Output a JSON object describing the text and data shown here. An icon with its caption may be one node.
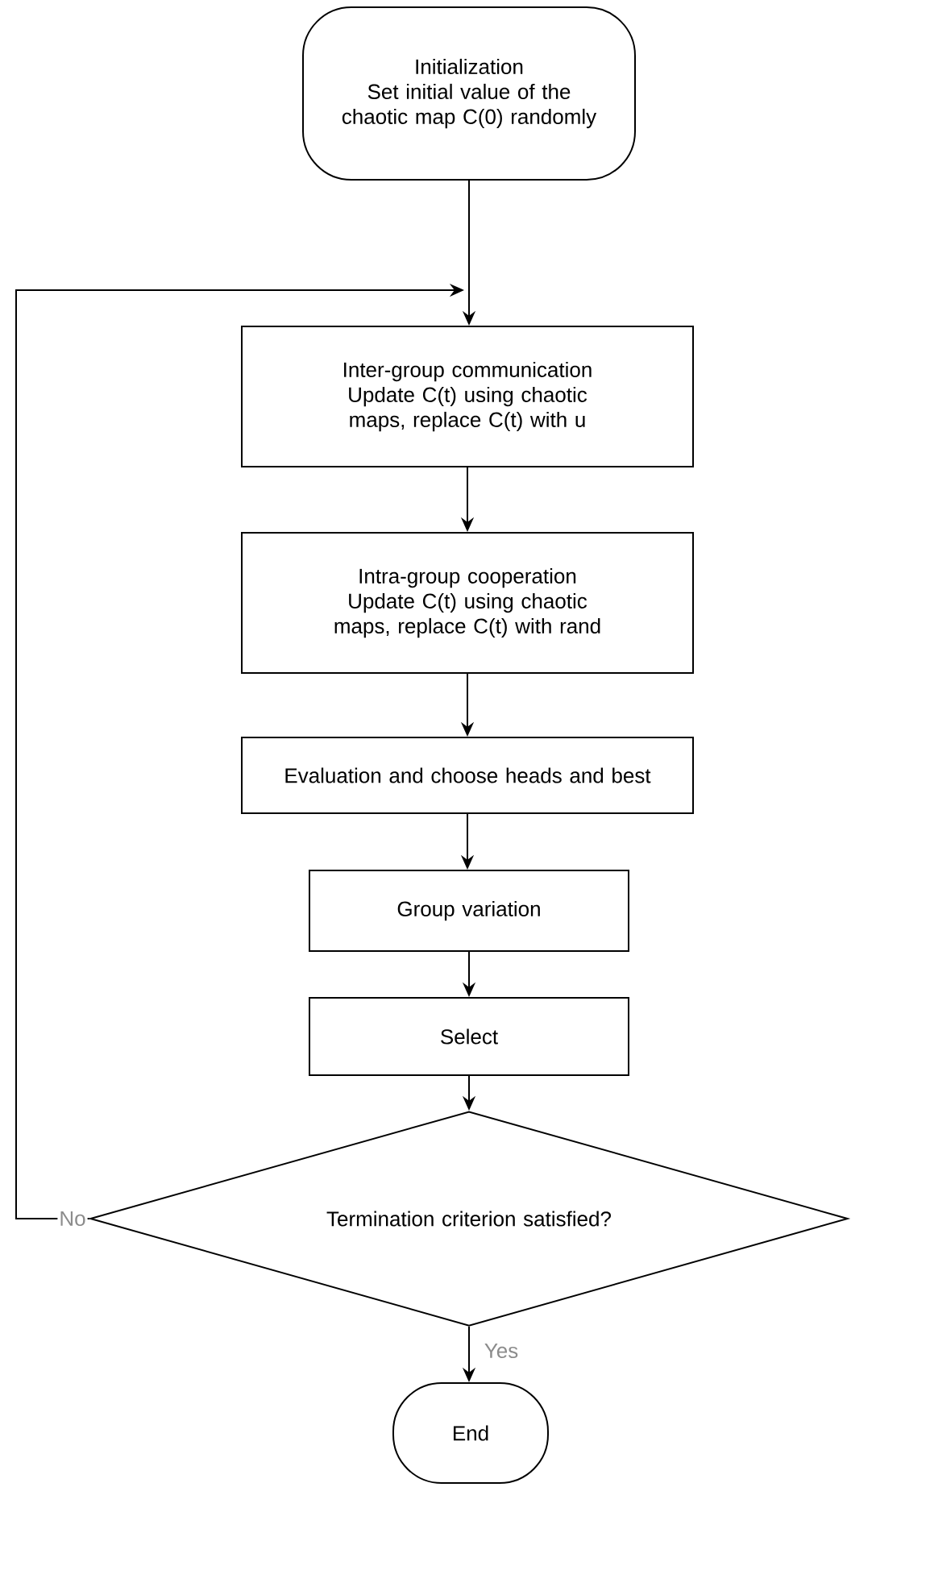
{
  "diagram": {
    "nodes": [
      {
        "text": [
          "Initialization",
          "Set initial value of the chaotic map C(0) randomly"
        ]
      },
      {
        "text": [
          "Inter-group communication",
          "Update C(t) using chaotic maps, replace C(t) with u"
        ]
      },
      {
        "text": [
          "Intra-group cooperation",
          "Update C(t) using chaotic maps, replace C(t) with rand"
        ]
      },
      {
        "text": [
          "Evaluation and choose heads and best"
        ]
      },
      {
        "text": [
          "Group variation"
        ]
      },
      {
        "text": [
          "Select"
        ]
      },
      {
        "text": [
          "Termination criterion satisfied?"
        ]
      },
      {
        "text": [
          "End"
        ]
      }
    ],
    "edges": [
      {
        "from": 0,
        "to": 1,
        "arrow": "to"
      },
      {
        "from": 1,
        "to": 2,
        "arrow": "to"
      },
      {
        "from": 2,
        "to": 3,
        "arrow": "to"
      },
      {
        "from": 3,
        "to": 4,
        "arrow": "to"
      },
      {
        "from": 4,
        "to": 5,
        "arrow": "to"
      },
      {
        "from": 5,
        "to": 6,
        "arrow": "to"
      },
      {
        "from": 6,
        "to": 7,
        "arrow": "to",
        "label": "Yes"
      },
      {
        "from": 6,
        "to": 1,
        "arrow": "to",
        "label": "No"
      }
    ]
  }
}
